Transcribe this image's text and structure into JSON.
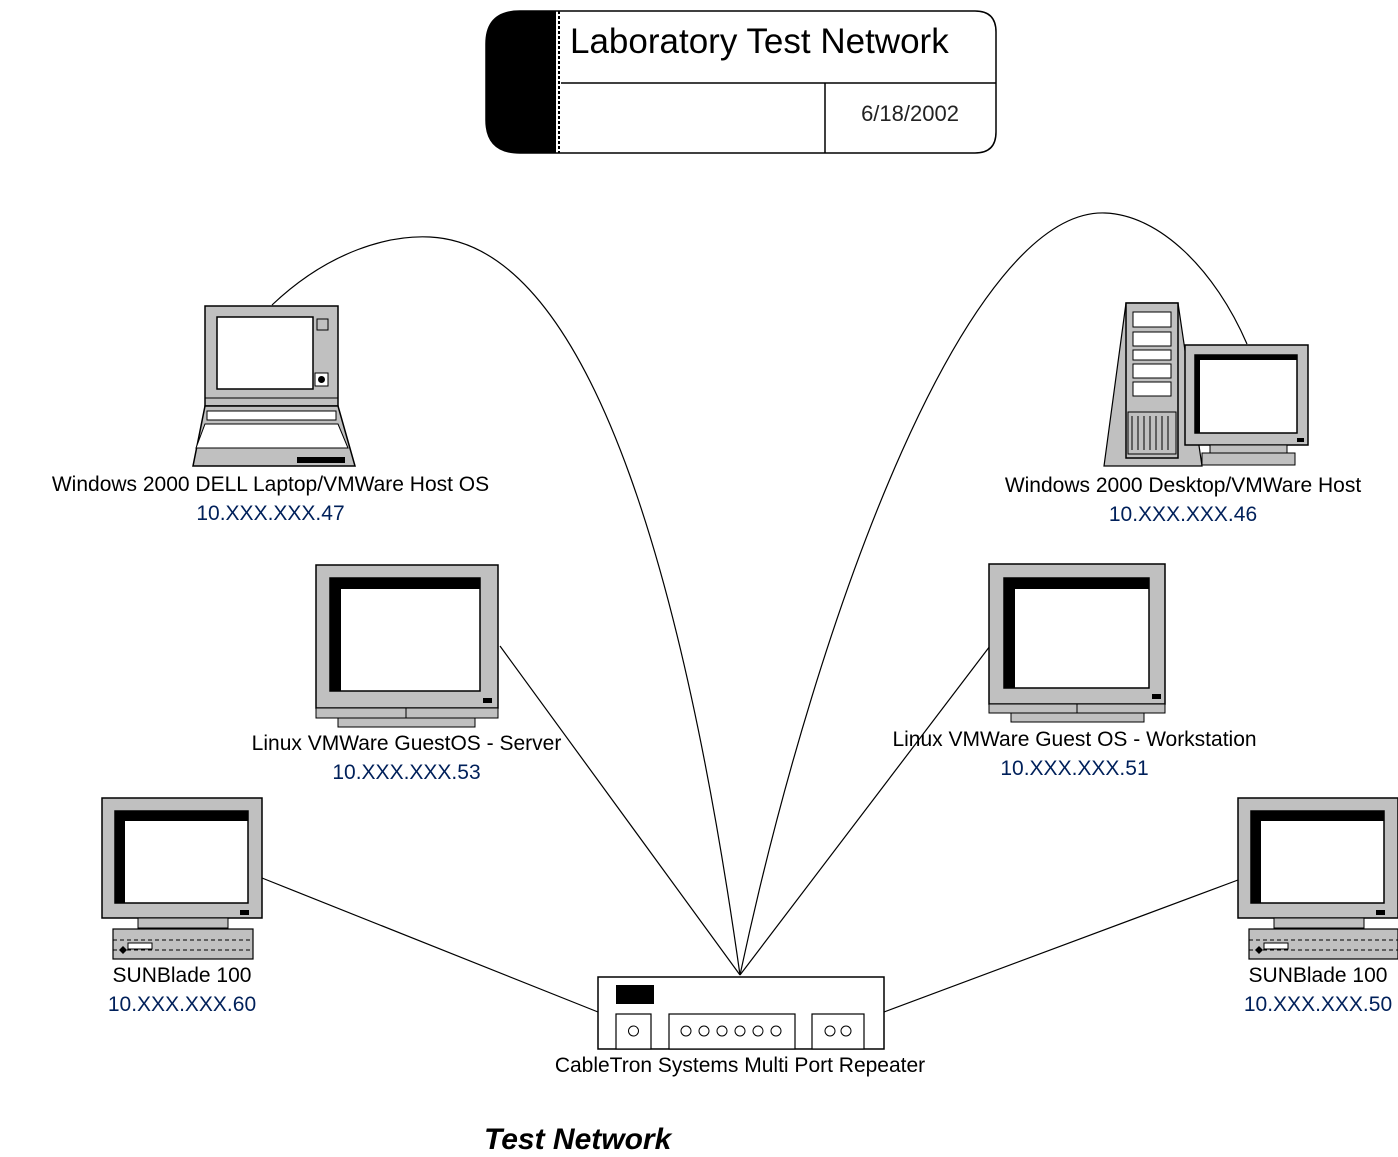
{
  "title_block": {
    "title": "Laboratory Test Network",
    "date": "6/18/2002"
  },
  "nodes": {
    "laptop": {
      "name": "Windows 2000 DELL Laptop/VMWare Host OS",
      "ip": "10.XXX.XXX.47"
    },
    "desktop": {
      "name": "Windows 2000 Desktop/VMWare Host",
      "ip": "10.XXX.XXX.46"
    },
    "linux_server": {
      "name": "Linux VMWare GuestOS - Server",
      "ip": "10.XXX.XXX.53"
    },
    "linux_workstation": {
      "name": "Linux VMWare Guest OS - Workstation",
      "ip": "10.XXX.XXX.51"
    },
    "sunblade_left": {
      "name": "SUNBlade 100",
      "ip": "10.XXX.XXX.60"
    },
    "sunblade_right": {
      "name": "SUNBlade 100",
      "ip": "10.XXX.XXX.50"
    },
    "repeater": {
      "name": "CableTron Systems Multi Port Repeater"
    }
  },
  "caption": "Test Network",
  "colors": {
    "device_gray": "#c0c0c0",
    "line": "#000000",
    "ip_text": "#00205a"
  }
}
